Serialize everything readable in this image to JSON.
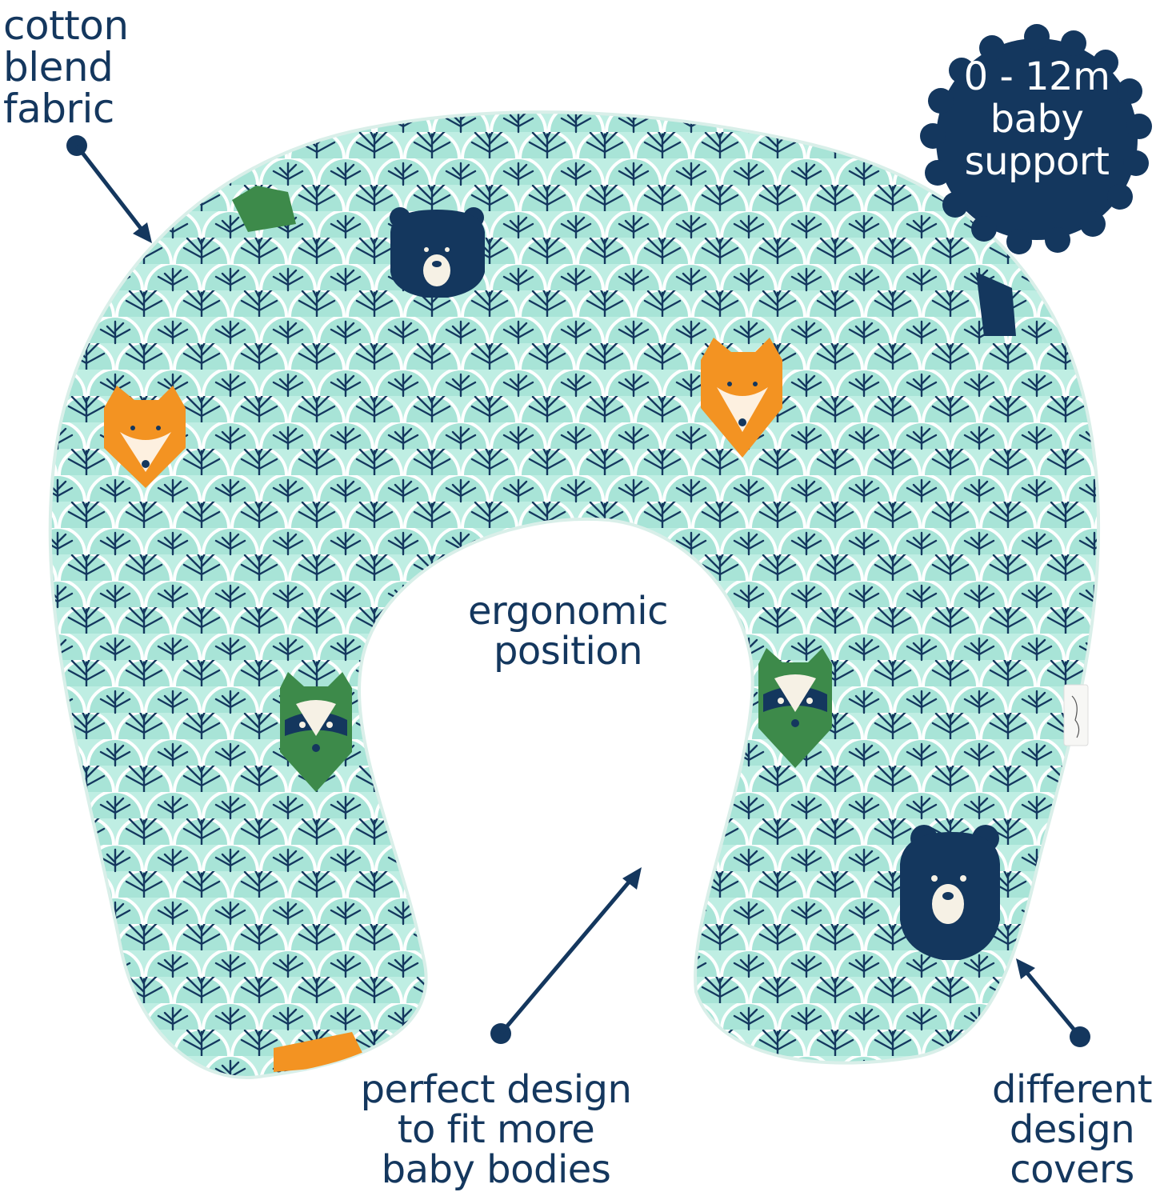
{
  "callouts": {
    "fabric": [
      "cotton",
      "blend",
      "fabric"
    ],
    "age_badge": [
      "0 - 12m",
      "baby",
      "support"
    ],
    "position": [
      "ergonomic",
      "position"
    ],
    "design": [
      "perfect design",
      "to fit more",
      "baby bodies"
    ],
    "covers": [
      "different",
      "design",
      "covers"
    ]
  },
  "colors": {
    "navy": "#14375e",
    "mint": "#a7e3d6",
    "mint_light": "#d6f3ec",
    "fox_orange": "#f39322",
    "raccoon_green": "#3d8a4a"
  },
  "icons": [
    "bear-icon",
    "fox-icon",
    "raccoon-icon",
    "label-tag-icon",
    "scalloped-badge-icon"
  ]
}
